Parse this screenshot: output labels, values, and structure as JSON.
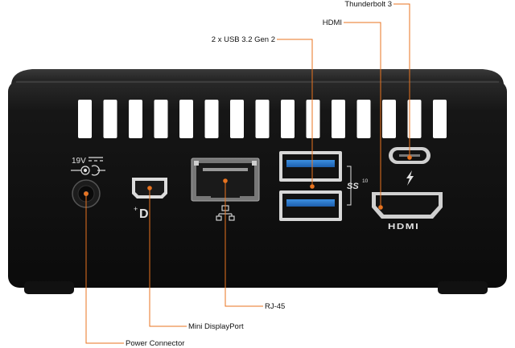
{
  "accent_color": "#e8731f",
  "device": {
    "power_marking": "19V",
    "usb_marking": "SS",
    "usb_speed_marking": "10",
    "hdmi_logo": "HDMI"
  },
  "callouts": {
    "thunderbolt": "Thunderbolt 3",
    "hdmi": "HDMI",
    "usb": "2 x USB 3.2 Gen 2",
    "rj45": "RJ-45",
    "mini_displayport": "Mini DisplayPort",
    "power_connector": "Power Connector"
  }
}
